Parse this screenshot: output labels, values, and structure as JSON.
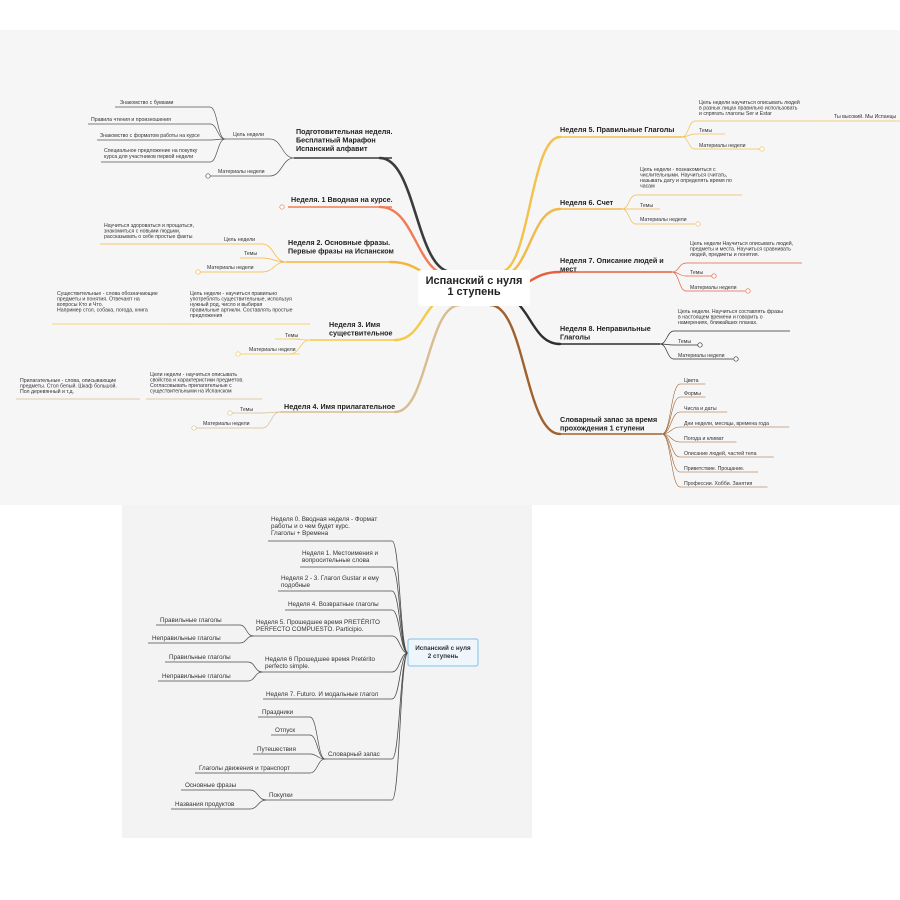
{
  "map1": {
    "center": [
      "Испанский с нуля",
      "1 ступень"
    ],
    "colors": {
      "w0": "#3b3b3b",
      "w1": "#ef7d57",
      "w2": "#f5b43a",
      "w3": "#f6c947",
      "w4": "#d9bc8f",
      "w5": "#f2c14e",
      "w6": "#f0b94a",
      "w7": "#e5613e",
      "w8": "#2f2f2f",
      "vocab": "#a0612d"
    },
    "left": {
      "w0": {
        "title": [
          "Подготовительная неделя.",
          "Бесплатный Марафон",
          "Испанский алфавит"
        ],
        "goal_label": "Цель недели",
        "goals": [
          "Знакомство с буквами",
          "Правила чтения и произношения",
          "Знакомство с форматом работы на курсе",
          [
            "Специальное предложение на покупку",
            "курса для участников первой недели"
          ]
        ],
        "materials": "Материалы недели"
      },
      "w1": {
        "title": "Неделя. 1  Вводная на курсе."
      },
      "w2": {
        "title": [
          "Неделя 2. Основные фразы.",
          "Первые фразы на Испанском"
        ],
        "goal_label": "Цель недели",
        "goal_text": [
          "Научиться здороваться и прощаться,",
          "знакомиться с новыми людьми,",
          "рассказывать о себе простые факты"
        ],
        "topics": "Темы",
        "materials": "Материалы недели"
      },
      "w3": {
        "title": [
          "Неделя 3. Имя",
          "существительное"
        ],
        "goal_text": [
          "Цель недели - научиться правильно",
          "употреблять существительные, используя",
          "нужный род, число и выбирая",
          "правильные артикли. Составлять простые",
          "предложения"
        ],
        "note": [
          "Существительные - слова обозначающие",
          "предметы и понятия. Отвечают на",
          "вопросы Кто и Что.",
          "",
          "Например стол, собака, погода, книга"
        ],
        "topics": "Темы",
        "materials": "Материалы недели"
      },
      "w4": {
        "title": "Неделя 4. Имя прилагательное",
        "goal_text": [
          "Цели недели - научиться описывать",
          "свойства и характеристики предметов.",
          "Согласовывать прилагательные с",
          "существительными на Испанском"
        ],
        "note": [
          "Прилагательные - слова, описывающие",
          "предметы. Стол белый. Шкаф большой.",
          "Пол деревянный и т.д."
        ],
        "topics": "Темы",
        "materials": "Материалы недели"
      }
    },
    "right": {
      "w5": {
        "title": "Неделя 5. Правильные Глаголы",
        "goal_text": [
          "Цель недели научиться описывать людей",
          "в разных лицах правильно использовать",
          "и спрягать глаголы Ser и Estar"
        ],
        "side": "Ты высокий. Мы Испанцы",
        "topics": "Темы",
        "materials": "Материалы недели"
      },
      "w6": {
        "title": "Неделя 6. Счет",
        "goal_text": [
          "Цель недели - познакомиться с",
          "числительными. Научиться считать,",
          "называть дату и определять время по",
          "часам"
        ],
        "topics": "Темы",
        "materials": "Материалы недели"
      },
      "w7": {
        "title": [
          "Неделя 7. Описание людей и",
          "мест"
        ],
        "goal_text": [
          "Цель недели Научиться описывать людей,",
          "предметы и места. Научиться сравнивать",
          "людей, предметы и понятия."
        ],
        "topics": "Темы",
        "materials": "Материалы недели"
      },
      "w8": {
        "title": [
          "Неделя 8. Неправильные",
          "Глаголы"
        ],
        "goal_text": [
          "Цель недели. Научиться составлять фразы",
          "в настоящем времени и говорить о",
          "намерениях, ближайших планах."
        ],
        "topics": "Темы",
        "materials": "Материалы недели"
      },
      "vocab": {
        "title": [
          "Словарный запас за время",
          "прохождения 1 ступени"
        ],
        "items": [
          "Цвета",
          "Формы",
          "Числа и даты",
          "Дни недели, месяцы, времена года",
          "Погода и климат",
          "Описание людей, частей тела",
          "Приветствие. Прощание.",
          "Профессии. Хобби. Занятия"
        ]
      }
    }
  },
  "map2": {
    "center": [
      "Испанский с нуля",
      "2 ступень"
    ],
    "branches": [
      {
        "label": [
          "Неделя 0. Вводная неделя - Формат",
          "работы и о чем будет курс.",
          "Глаголы + Времена"
        ]
      },
      {
        "label": [
          "Неделя 1. Местоимения и",
          "вопросительные слова"
        ]
      },
      {
        "label": [
          "Неделя 2 - 3. Глагол Gustar и ему",
          "подобные"
        ]
      },
      {
        "label": [
          "Неделя 4. Возвратные глаголы"
        ]
      },
      {
        "label": [
          "Неделя 5. Прошедшее время PRETÉRITO",
          "PERFECTO COMPUESTO. Participio."
        ],
        "children": [
          "Правильные глаголы",
          "Неправильные глаголы"
        ]
      },
      {
        "label": [
          "Неделя 6 Прошедшее время Pretérito",
          "perfecto simple."
        ],
        "children": [
          "Правильные глаголы",
          "Неправильные глаголы"
        ]
      },
      {
        "label": [
          "Неделя 7. Futuro. И модальные глагол"
        ]
      },
      {
        "label": [
          "Словарный запас"
        ],
        "children": [
          "Праздники",
          "Отпуск",
          "Путешествия",
          "Глаголы движения и транспорт"
        ]
      },
      {
        "label": [
          "Покупки"
        ],
        "children": [
          "Основные фразы",
          "Названия продуктов"
        ]
      }
    ]
  }
}
